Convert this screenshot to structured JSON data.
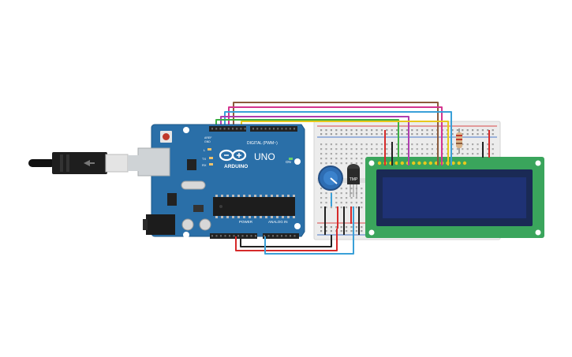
{
  "board": {
    "logo_brand": "ARDUINO",
    "logo_model": "UNO",
    "digital_label": "DIGITAL (PWM~)",
    "power_label": "POWER",
    "analog_label": "ANALOG IN",
    "tx_label": "TX",
    "rx_label": "RX",
    "l_label": "L",
    "on_label": "ON",
    "aref_label": "AREF",
    "gnd_label": "GND"
  },
  "sensor": {
    "label": "TMP"
  },
  "colors": {
    "board_blue": "#2a6fa8",
    "breadboard": "#e9e9e9",
    "lcd_pcb": "#3aa55c",
    "lcd_screen": "#1d2f6b",
    "wire_red": "#d62a2a",
    "wire_black": "#222222",
    "wire_green": "#3cb043",
    "wire_purple": "#b03db0",
    "wire_pink": "#d4348f",
    "wire_yellow": "#e8c81c",
    "wire_brown": "#8b5a3c",
    "wire_blue": "#3aa0d8"
  },
  "icons": {
    "usb_cable": "usb-cable-icon",
    "potentiometer": "potentiometer-icon",
    "resistor": "resistor-icon"
  }
}
